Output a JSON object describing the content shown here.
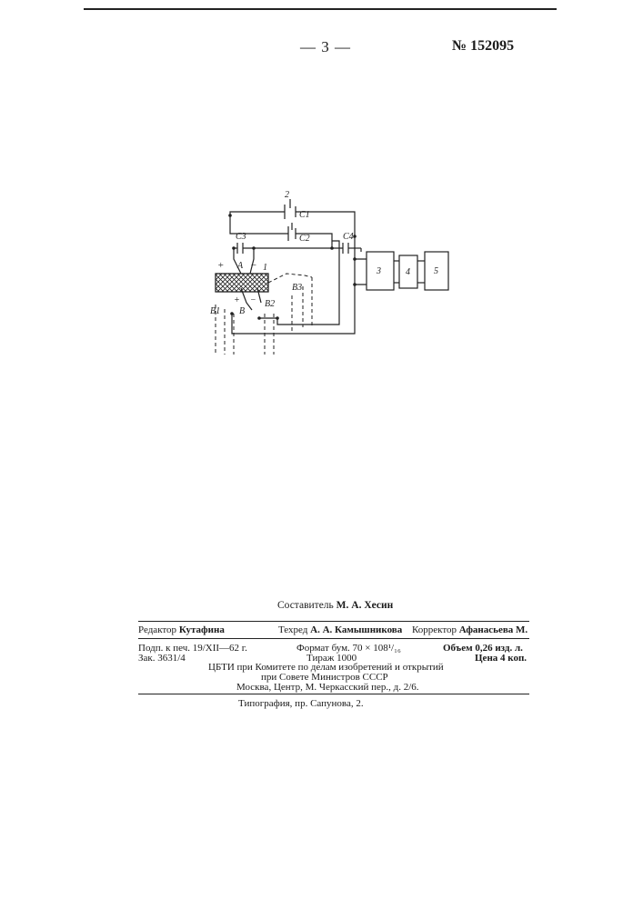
{
  "header": {
    "page_number": "— 3 —",
    "patent_number": "№ 152095"
  },
  "figure": {
    "labels": {
      "n1": "1",
      "n2": "2",
      "c1": "C1",
      "c2": "C2",
      "c3": "C3",
      "c4": "C4",
      "b1": "B1",
      "b2": "B2",
      "b3": "B3",
      "a": "A",
      "b": "B",
      "plus_a": "+",
      "minus_a": "−",
      "plus_b": "+",
      "minus_b": "−",
      "block3": "3",
      "block4": "4",
      "block5": "5"
    }
  },
  "footer": {
    "compiler": {
      "label": "Составитель",
      "name": "М. А. Хесин"
    },
    "editor": {
      "label": "Редактор",
      "name": "Кутафина"
    },
    "techred": {
      "label": "Техред",
      "name": "А. А. Камышникова"
    },
    "corrector": {
      "label": "Корректор",
      "name": "Афанасьева М."
    },
    "signed": "Подп. к печ. 19/XII—62 г.",
    "format": "Формат бум. 70 × 108¹/₁₆",
    "volume": "Объем 0,26 изд. л.",
    "order": "Зак. 3631/4",
    "circulation": "Тираж 1000",
    "price": "Цена 4 коп.",
    "org_line1": "ЦБТИ при Комитете по делам изобретений и открытий",
    "org_line2": "при Совете Министров СССР",
    "org_line3": "Москва, Центр, М. Черкасский пер., д. 2/6.",
    "printer": "Типография, пр. Сапунова, 2."
  }
}
